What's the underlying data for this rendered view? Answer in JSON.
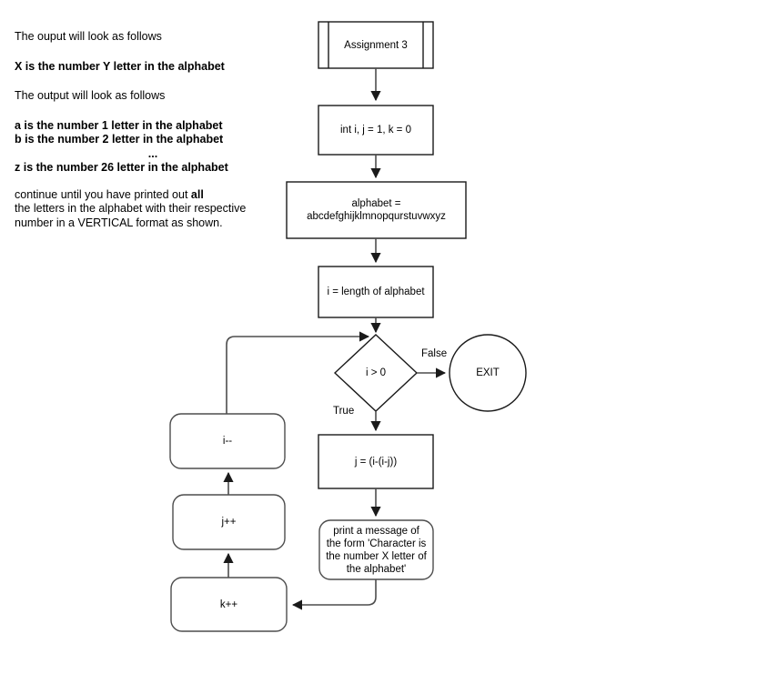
{
  "notes": {
    "line1": "The ouput will look as follows",
    "line2": "X is the number Y letter in the alphabet",
    "line3": "The output will look as follows",
    "line4": "a is the number 1 letter in the alphabet",
    "line5": "b is the number 2 letter in the alphabet",
    "ellipsis": "...",
    "line6": "z is the number 26 letter in the alphabet",
    "line7a": "continue until you have printed out ",
    "line7b": "all",
    "line8": "the letters in the alphabet with their respective",
    "line9": "number in a VERTICAL format as shown."
  },
  "flowchart": {
    "title_node": "Assignment 3",
    "init_node": "int i, j = 1, k = 0",
    "alphabet_node_line1": "alphabet =",
    "alphabet_node_line2": "abcdefghijklmnopqurstuvwxyz",
    "length_node": "i = length of alphabet",
    "decision_node": "i > 0",
    "exit_node": "EXIT",
    "label_false": "False",
    "label_true": "True",
    "assign_j_node": "j = (i-(i-j))",
    "print_node_line1": "print a message of",
    "print_node_line2": "the form 'Character is",
    "print_node_line3": "the number X letter of",
    "print_node_line4": "the alphabet'",
    "i_dec_node": "i--",
    "j_inc_node": "j++",
    "k_inc_node": "k++"
  },
  "colors": {
    "background": "#ffffff",
    "stroke_dark": "#1a1a1a",
    "stroke_soft": "#4d4d4d",
    "text": "#000000"
  }
}
